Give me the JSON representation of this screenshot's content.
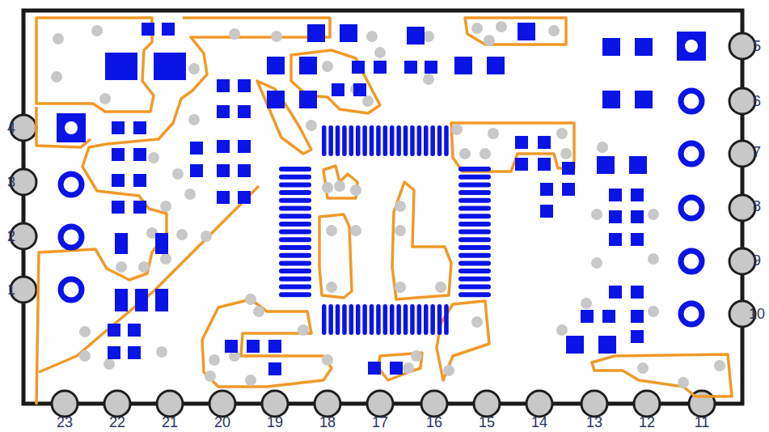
{
  "diagram": {
    "labels": [
      "4",
      "5",
      "6",
      "3",
      "7",
      "2",
      "8",
      "9",
      "1",
      "10",
      "23",
      "22",
      "21",
      "20",
      "19",
      "18",
      "17",
      "16",
      "15",
      "14",
      "13",
      "12",
      "11"
    ]
  }
}
